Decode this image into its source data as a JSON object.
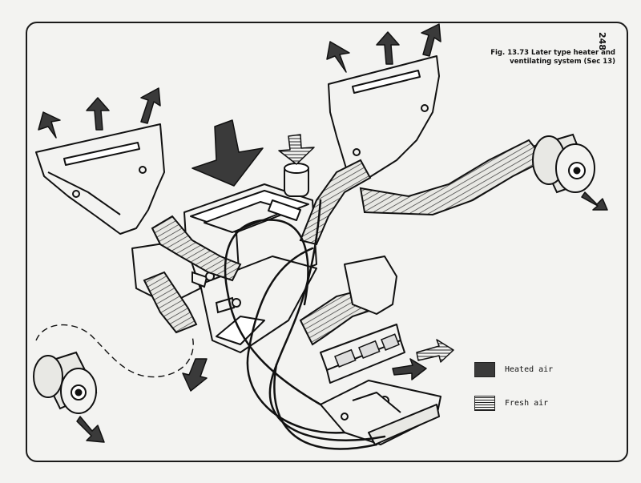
{
  "page_number": "248",
  "figure": {
    "caption_line1": "Fig. 13.73 Later type heater and",
    "caption_line2": "ventilating system (Sec 13)"
  },
  "legend": {
    "heated_label": "Heated air",
    "fresh_label": "Fresh air",
    "heated_color": "#3a3a3a"
  }
}
